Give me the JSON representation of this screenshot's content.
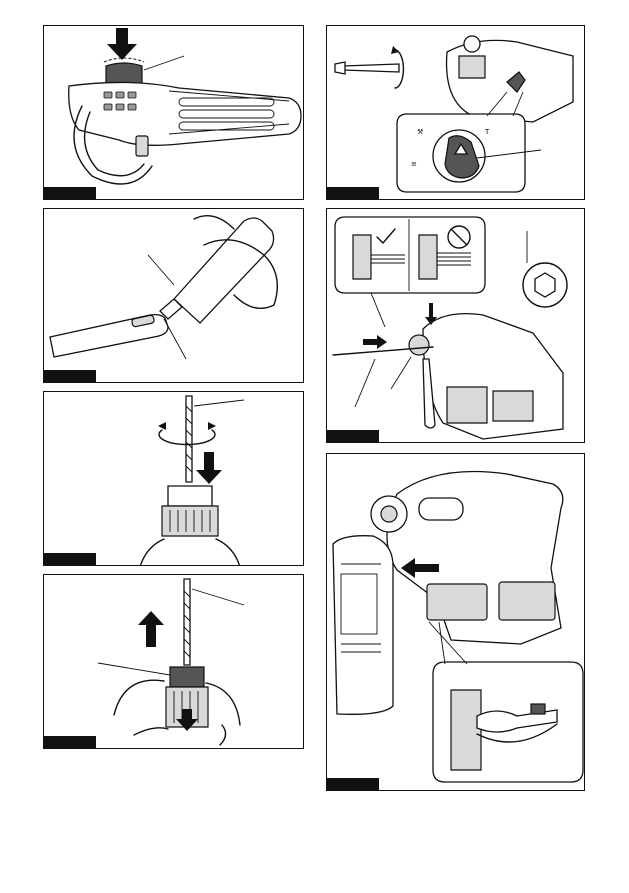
{
  "page": {
    "figures": [
      {
        "id": "fig1",
        "label": ""
      },
      {
        "id": "fig2",
        "label": ""
      },
      {
        "id": "fig3",
        "label": ""
      },
      {
        "id": "fig4",
        "label": ""
      },
      {
        "id": "fig5",
        "label": ""
      },
      {
        "id": "fig6",
        "label": ""
      },
      {
        "id": "fig7",
        "label": ""
      }
    ]
  },
  "colors": {
    "ink": "#111111",
    "shade": "#d9d9d9",
    "dark": "#555555",
    "tag_bg": "#111111"
  },
  "icons": [
    "arrow-down-icon",
    "arrow-up-icon",
    "arrow-right-icon",
    "arrow-left-icon",
    "rotate-icon",
    "check-icon",
    "prohibited-icon",
    "hex-icon"
  ]
}
